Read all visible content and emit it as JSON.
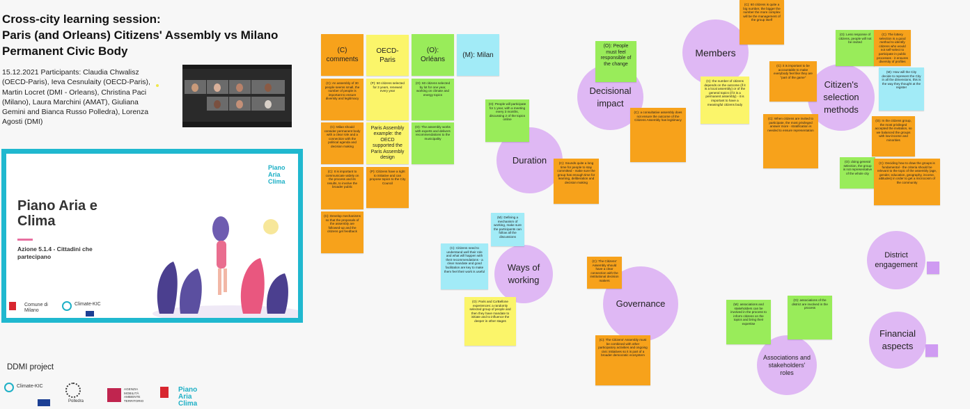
{
  "header": {
    "title_line1": "Cross-city learning session:",
    "title_line2": "Paris (and Orleans) Citizens' Assembly vs Milano",
    "title_line3": "Permanent Civic Body",
    "participants": "15.12.2021 Participants: Claudia Chwalisz (OECD-Paris), Ieva Cesnulaity (OECD-Paris), Martin Locret (DMI - Orleans), Christina Paci (Milano), Laura Marchini (AMAT), Giuliana Gemini and Bianca Russo Polledra), Lorenza Agosti (DMI)"
  },
  "slide": {
    "brand_small": "Piano Aria Clima",
    "title": "Piano Aria e Clima",
    "subtitle": "Azione 5.1.4 - Cittadini che partecipano",
    "logo_comune": "Comune di Milano",
    "logo_climate": "Climate-KIC"
  },
  "footer": {
    "project": "DDMI project",
    "logo_climate": "Climate-KIC",
    "logo_polledra": "Polledra",
    "logo_amat": "AGENZIA MOBILITÀ AMBIENTE TERRITORIO",
    "logo_piano": "Piano Aria Clima"
  },
  "columns": {
    "comments": "(C) comments",
    "paris": "OECD- Paris",
    "orleans": "(O): Orléans",
    "milan": "(M): Milan"
  },
  "circles": {
    "members": "Members",
    "decisional": "Decisional impact",
    "selection": "Citizen's selection methods",
    "duration": "Duration",
    "ways": "Ways of working",
    "governance": "Governance",
    "district": "District engagement",
    "financial": "Financial aspects",
    "associations": "Associations and stakeholders' roles"
  },
  "notes": {
    "members_top": "(C): 60 citizens is quite a big number, the bigger the number the more complex will be the management of the group itself",
    "members_yellow": "(C): the number of citizens depends on the outcome (if it is a local assembly) or of the general topics (if it is a permanent assembly) - it is important to have a meaningful citizens body",
    "decisional_green": "(O): People must feel responsible of the change",
    "decisional_orange": "(C): a consultative assembly does not ensure the outcome of the Citizens Assembly has legitimacy",
    "selection_orange": "(C): it is important to be accountable to make everybody feel like they are \"part of the game\"",
    "selection_green": "(O): Less response of citizens, people will not be invited",
    "selection_orange2": "(C): When citizens are invited to participate, the most privileged answer more - stratification is needed to ensure representation",
    "selection_cyan": "(M): How will the City decide to represent the City in all the dimensions, this is the way they thought at the register",
    "selection_orange3": "(C): The lottery selection is a good method to identify citizens who would not self-select to participate in public processes - it ensures diversity of profiles",
    "selection_orange4": "(O): In the citizens group, the most privileged accepted the invitation, so we balanced the groups with low-income and minorities",
    "selection_green2": "(O): doing general selection, the group is not representative of the whole city",
    "selection_orange5": "(C): Deciding how to draw the groups is fundamental - the criteria should be relevant to the topic of the assembly (age, gender, education, geography, income, attitudes) in order to get a microcosm of the community",
    "duration_green": "(O): People will participate for 1 year, with a meeting every 3 months, discussing 2 of the topics online",
    "duration_orange": "(C): Sounds quite a long time for people to stay committed - make sure the group has enough time for learning, deliberation and decision making",
    "ways_cyan1": "(M): Defining a mechanism of working, make sure the participants can follow all the discussions",
    "ways_cyan2": "(C): Citizens need to understand well their role and what will happen with their recommendations - a clear mandate and good facilitation are key to make them feel their work is useful",
    "ways_yellow": "(O): Paris and Ca'Bellone experiences: a randomly selected group of people and then they have mandate to initiate and to influence the deeper in other stages",
    "governance_orange1": "(C): The Citizens' Assembly should have a clear connection with the institutional decision makers",
    "governance_orange2": "(C): The Citizens' Assembly must be combined with other participatory activities and ongoing civic initiatives so it is part of a broader democratic ecosystem",
    "assoc_green1": "(M): associations and stakeholders can be involved in the process to inform citizens on the topics and bring their expertise",
    "assoc_green2": "(O): associations of the district are involved in the process",
    "comments_1": "(C): An assembly of 30 people seems small, the number of people is important to ensure diversity and legitimacy",
    "comments_2": "(C): Milan should consider permanent body with a clear role and a connection with the political agenda and decision making",
    "comments_3": "(C): It is important to communicate widely on the process and its results, to involve the broader public",
    "comments_4": "(C): Develop mechanisms so that the proposals of the assembly are followed-up and the citizens get feedback",
    "paris_1": "(P): 50 citizens selected for 3 years, renewed every year",
    "paris_2": "Paris Assembly example: the OECD supported the Paris Assembly design",
    "paris_3": "(P): Citizens have a right to initiative and can propose topics to the City Council",
    "orleans_1": "(O): 60 citizens selected by lot for one year, working on climate and energy topics",
    "orleans_2": "(O): The assembly works with experts and delivers recommendations to the municipality",
    "district_badge": "",
    "financial_badge": ""
  }
}
